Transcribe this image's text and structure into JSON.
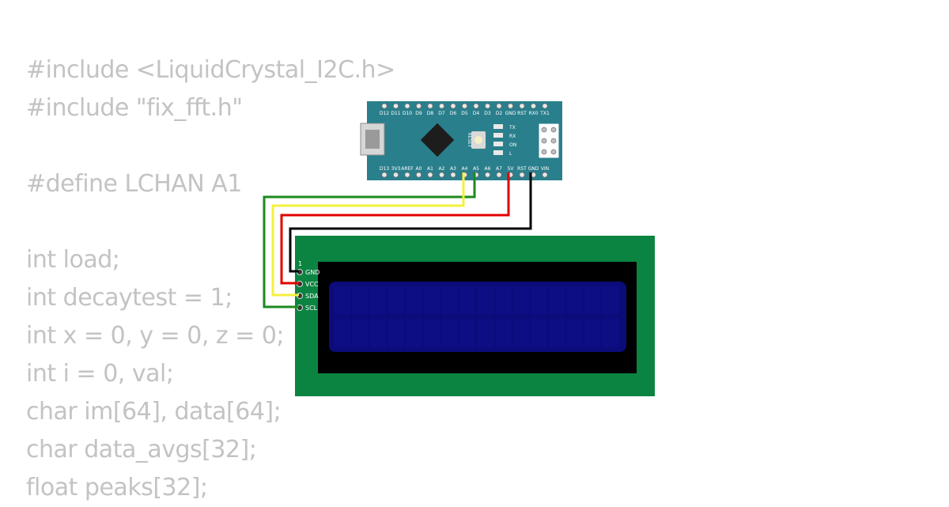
{
  "code_lines": [
    "#include <LiquidCrystal_I2C.h>",
    "#include \"fix_fft.h\"",
    "",
    "#define LCHAN A1",
    "",
    "int load;",
    "int decaytest = 1;",
    "int x = 0, y = 0, z = 0;",
    "int i = 0, val;",
    "char im[64], data[64];",
    "char data_avgs[32];",
    "float peaks[32];"
  ],
  "arduino": {
    "top_pins": [
      "D12",
      "D11",
      "D10",
      "D9",
      "D8",
      "D7",
      "D6",
      "D5",
      "D4",
      "D3",
      "D2",
      "GND",
      "RST",
      "RX0",
      "TX1"
    ],
    "bottom_pins": [
      "D13",
      "3V3",
      "AREF",
      "A0",
      "A1",
      "A2",
      "A3",
      "A4",
      "A5",
      "A6",
      "A7",
      "5V",
      "RST",
      "GND",
      "VIN"
    ],
    "reset_label": "RESET",
    "led_labels": [
      "TX",
      "RX",
      "ON",
      "L"
    ]
  },
  "lcd": {
    "pin1_label": "1",
    "pins": [
      "GND",
      "VCC",
      "SDA",
      "SCL"
    ]
  },
  "colors": {
    "code_text": "#c3c3c3",
    "arduino_board": "#2a7f8c",
    "lcd_board": "#0c8441",
    "lcd_screen": "#0b0b7a",
    "wire_gnd": "#000000",
    "wire_vcc": "#e00000",
    "wire_sda": "#f4f03c",
    "wire_scl": "#1d8a1d"
  }
}
